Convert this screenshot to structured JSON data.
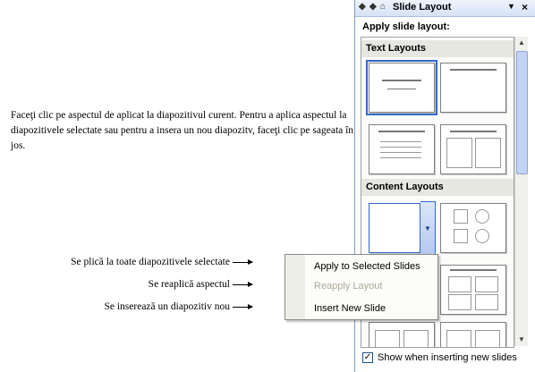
{
  "intro_text": "Faceţi clic pe aspectul de aplicat la diapozitivul curent. Pentru a aplica aspectul la diapozitivele selectate sau pentru a insera un nou diapozitv, faceţi clic pe sageata în jos.",
  "callouts": {
    "apply": "Se plică la toate diapozitivele selectate",
    "reapply": "Se reaplică aspectul",
    "insert": "Se inserează un diapozitiv nou"
  },
  "task_pane": {
    "title": "Slide Layout",
    "apply_label": "Apply slide layout:",
    "sections": {
      "text": "Text Layouts",
      "content": "Content Layouts"
    },
    "show_when_inserting": "Show when inserting new slides",
    "show_when_inserting_checked": true
  },
  "context_menu": {
    "apply_selected": "Apply to Selected Slides",
    "reapply": "Reapply Layout",
    "insert_new": "Insert New Slide"
  },
  "icons": {
    "back": "◆",
    "forward": "◆",
    "home": "⌂",
    "dropdown": "▼",
    "close": "×",
    "scroll_up": "▲",
    "scroll_down": "▼",
    "thumb_dropdown": "▼",
    "check": "✓"
  }
}
